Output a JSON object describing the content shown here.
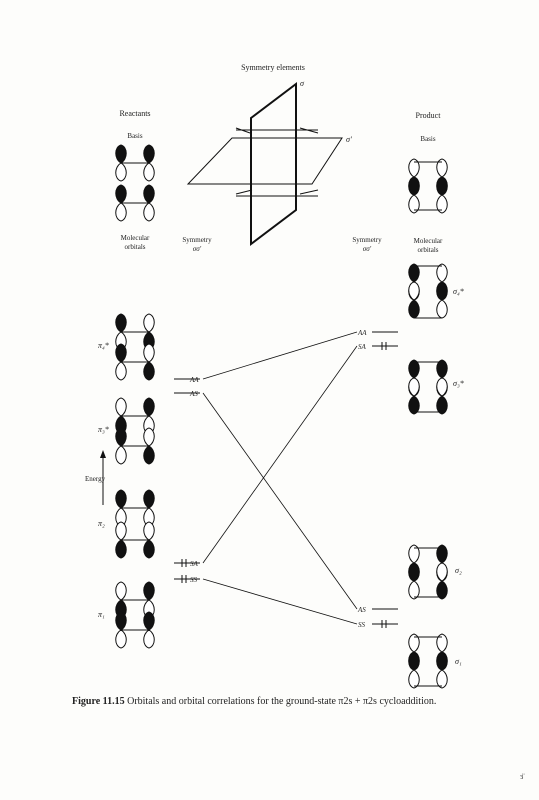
{
  "diagram": {
    "top_labels": {
      "symmetry_elements": "Symmetry elements",
      "sigma": "σ",
      "sigma_prime": "σ′",
      "reactants": "Reactants",
      "product": "Product",
      "basis_left": "Basis",
      "basis_right": "Basis",
      "mo_left_1": "Molecular",
      "mo_left_2": "orbitals",
      "mo_right_1": "Molecular",
      "mo_right_2": "orbitals",
      "sym_left_1": "Symmetry",
      "sym_left_2": "σσ′",
      "sym_right_1": "Symmetry",
      "sym_right_2": "σσ′"
    },
    "energy_label": "Energy",
    "left_orbitals": [
      {
        "id": "pi4",
        "label": "π₄*"
      },
      {
        "id": "pi3",
        "label": "π₃*"
      },
      {
        "id": "pi2",
        "label": "π₂"
      },
      {
        "id": "pi1",
        "label": "π₁"
      }
    ],
    "right_orbitals": [
      {
        "id": "sigma4",
        "label": "σ₄*"
      },
      {
        "id": "sigma3",
        "label": "σ₃*"
      },
      {
        "id": "sigma2",
        "label": "σ₂"
      },
      {
        "id": "sigma1",
        "label": "σ₁"
      }
    ],
    "left_levels": [
      {
        "id": "L-AA",
        "label": "AA",
        "occupied": false
      },
      {
        "id": "L-AS",
        "label": "AS",
        "occupied": false
      },
      {
        "id": "L-SA",
        "label": "SA",
        "occupied": true
      },
      {
        "id": "L-SS",
        "label": "SS",
        "occupied": true
      }
    ],
    "right_levels": [
      {
        "id": "R-AA",
        "label": "AA",
        "occupied": false
      },
      {
        "id": "R-SA",
        "label": "SA",
        "occupied": true
      },
      {
        "id": "R-AS",
        "label": "AS",
        "occupied": false
      },
      {
        "id": "R-SS",
        "label": "SS",
        "occupied": true
      }
    ],
    "correlations": [
      {
        "from": "L-AA",
        "to": "R-AA"
      },
      {
        "from": "L-AS",
        "to": "R-AS"
      },
      {
        "from": "L-SA",
        "to": "R-SA"
      },
      {
        "from": "L-SS",
        "to": "R-SS"
      }
    ]
  },
  "caption": {
    "figure": "Figure 11.15",
    "text": "Orbitals and orbital correlations for the ground-state π2s + π2s cycloaddition."
  },
  "page_corner": "ɜ̈"
}
